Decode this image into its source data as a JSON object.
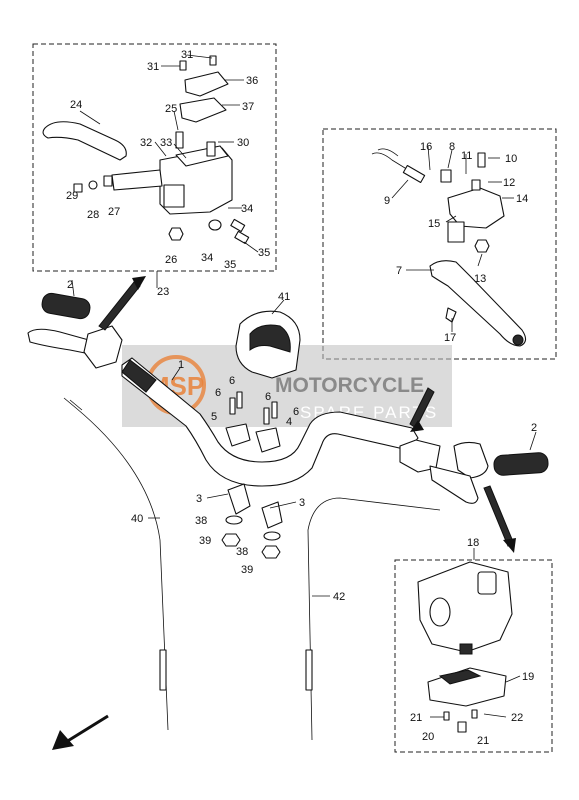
{
  "watermark": {
    "badge": "MSP",
    "line1": "MOTORCYCLE",
    "line2": "SPARE PARTS",
    "color_badge": "#e9823a",
    "color_text": "#8a8a8a"
  },
  "callouts": {
    "c1": "1",
    "c2a": "2",
    "c2b": "2",
    "c3a": "3",
    "c3b": "3",
    "c4": "4",
    "c5": "5",
    "c6a": "6",
    "c6b": "6",
    "c6c": "6",
    "c6d": "6",
    "c7": "7",
    "c8": "8",
    "c9": "9",
    "c10": "10",
    "c11": "11",
    "c12": "12",
    "c13": "13",
    "c14": "14",
    "c15": "15",
    "c16": "16",
    "c17": "17",
    "c18": "18",
    "c19": "19",
    "c20": "20",
    "c21a": "21",
    "c21b": "21",
    "c22": "22",
    "c23": "23",
    "c24": "24",
    "c25": "25",
    "c26": "26",
    "c27": "27",
    "c28": "28",
    "c29": "29",
    "c30": "30",
    "c31a": "31",
    "c31b": "31",
    "c32": "32",
    "c33": "33",
    "c34a": "34",
    "c34b": "34",
    "c35a": "35",
    "c35b": "35",
    "c36": "36",
    "c37": "37",
    "c38a": "38",
    "c38b": "38",
    "c39a": "39",
    "c39b": "39",
    "c40": "40",
    "c41": "41",
    "c42": "42"
  }
}
